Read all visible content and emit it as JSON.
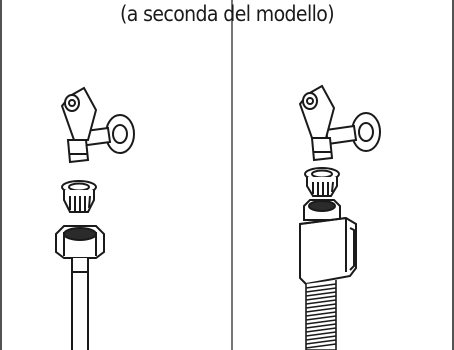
{
  "caption": "(a seconda del modello)",
  "panels": [
    {
      "id": "left",
      "icons": [
        "tap-icon",
        "filter-washer-icon",
        "hose-nut-icon",
        "straight-hose-icon"
      ]
    },
    {
      "id": "right",
      "icons": [
        "tap-icon",
        "filter-washer-icon",
        "aquastop-connector-icon",
        "corrugated-hose-icon"
      ]
    }
  ],
  "colors": {
    "line": "#1a1a1a",
    "fill": "#ffffff",
    "dark": "#2b2b2b"
  }
}
